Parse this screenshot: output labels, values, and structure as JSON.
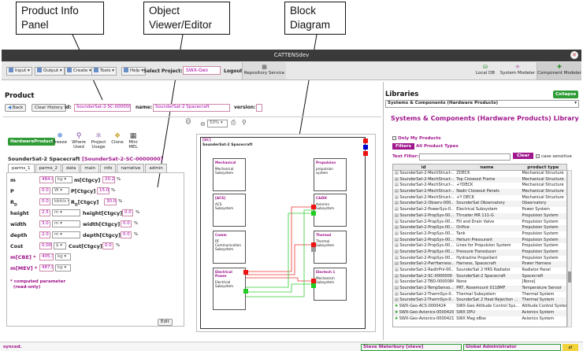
{
  "callouts": {
    "product_info": "Product Info\nPanel",
    "object_viewer": "Object\nViewer/Editor",
    "block_diagram": "Block\nDiagram"
  },
  "window": {
    "title": "CATTENSdev"
  },
  "toolbar": {
    "input": "Input",
    "output": "Output",
    "create": "Create",
    "tools": "Tools",
    "help": "Help",
    "select_project_label": "Select Project:",
    "project_value": "SWX-Geo",
    "logout_label": "Logout:",
    "repository_service": "Repository Service",
    "local_db": "Local DB",
    "system_modeler": "System Modeler",
    "component_modeler": "Component Modeler"
  },
  "product": {
    "section_title": "Product",
    "back": "Back",
    "clear_history": "Clear History",
    "id_label": "id:",
    "id_value": "SounderSat-2-SC-0000000",
    "name_label": "name:",
    "name_value": "SounderSat-2 Spacecraft",
    "version_label": "version:",
    "version_value": ""
  },
  "editor": {
    "hardware_product": "HardwareProduct",
    "freeze": "Freeze",
    "where_used": "Where\nUsed",
    "project_usage": "Project\nUsage",
    "clone": "Clone",
    "mini_mel": "Mini\nMEL",
    "object_title": "SounderSat-2 Spacecraft",
    "object_id": "[SounderSat-2-SC-0000000]",
    "tabs": [
      "parms_1",
      "parms_2",
      "data",
      "main",
      "info",
      "narrative",
      "admin"
    ],
    "params": {
      "m": {
        "label": "m",
        "value": "484.0",
        "unit": "kg",
        "ctgcy_label": "m[Ctgcy]",
        "ctgcy": "20.2",
        "pct": "%"
      },
      "P": {
        "label": "P",
        "value": "0.0",
        "unit": "W",
        "ctgcy_label": "P[Ctgcy]",
        "ctgcy": "15.0",
        "pct": "%"
      },
      "R": {
        "label": "R",
        "sub": "D",
        "value": "0.0",
        "unit": "kbit/s",
        "ctgcy_label": "R",
        "ctgcy_sub": "D",
        "ctgcy_suffix": "[Ctgcy]",
        "ctgcy": "30.0",
        "pct": "%"
      },
      "height": {
        "label": "height",
        "value": "2.5",
        "unit": "m",
        "ctgcy_label": "height[Ctgcy]",
        "ctgcy": "0.0",
        "pct": "%"
      },
      "width": {
        "label": "width",
        "value": "3.0",
        "unit": "m",
        "ctgcy_label": "width[Ctgcy]",
        "ctgcy": "0.0",
        "pct": "%"
      },
      "depth": {
        "label": "depth",
        "value": "2.0",
        "unit": "m",
        "ctgcy_label": "depth[Ctgcy]",
        "ctgcy": "0.0",
        "pct": "%"
      },
      "cost": {
        "label": "Cost",
        "value": "0.00",
        "unit": "$",
        "ctgcy_label": "Cost[Ctgcy]",
        "ctgcy": "0.0",
        "pct": "%"
      },
      "mcbe": {
        "label": "m[CBE] *",
        "value": "405.3",
        "unit": "kg"
      },
      "mmev": {
        "label": "m[MEV] *",
        "value": "487.0",
        "unit": "kg"
      }
    },
    "footnote": "* computed parameter\n  (read-only)",
    "edit": "Edit"
  },
  "viewer": {
    "zoom": "50%"
  },
  "diagram": {
    "root_id": "[SC]",
    "root_name": "SounderSat-2 Spacecraft",
    "blocks": [
      {
        "type": "Mechanical",
        "name": "Mechanical\nSubsystem"
      },
      {
        "type": "Propulsion",
        "name": "propulsion\nsystem"
      },
      {
        "type": "[ACS]",
        "name": "ACS\nSubsystem"
      },
      {
        "type": "C&DH",
        "name": "Avionics\nSubsystem"
      },
      {
        "type": "Comm",
        "name": "RF\nCommunication\nSubsystem"
      },
      {
        "type": "Thermal",
        "name": "Thermal\nSubsystem"
      },
      {
        "type": "Electrical\nPower",
        "name": "Electrical\nSubsystem"
      },
      {
        "type": "Electech 1",
        "name": "Mechanism\nSubsystem"
      }
    ]
  },
  "libraries": {
    "section_title": "Libraries",
    "collapse": "Collapse",
    "select_value": "Systems & Components (Hardware Products)",
    "panel_title": "Systems & Components (Hardware Products) Library",
    "only_my_products": "Only My Products",
    "filters": "Filters",
    "all_product_types": "All Product Types",
    "text_filter_label": "Text Filter:",
    "clear": "Clear",
    "case_sensitive": "case sensitive",
    "columns": [
      "id",
      "name",
      "product type"
    ],
    "rows": [
      [
        "SounderSat-2-MechStruct-...",
        "ZDECK",
        "Mechanical Structure"
      ],
      [
        "SounderSat-2-MechStruct-...",
        "Top Closeout Frame",
        "Mechanical Structure"
      ],
      [
        "SounderSat-2-MechStruct-...",
        "+YDECK",
        "Mechanical Structure"
      ],
      [
        "SounderSat-2-MechStruct-...",
        "Nadir Closeout Panels",
        "Mechanical Structure"
      ],
      [
        "SounderSat-2-MechStruct-...",
        "+Y DECK",
        "Mechanical Structure"
      ],
      [
        "SounderSat-2-Observ-000...",
        "SounderSat Observatory",
        "Observatory"
      ],
      [
        "SounderSat-2-PowerSys-0...",
        "Electrical Subsystem",
        "Power System"
      ],
      [
        "SounderSat-2-PropSys-00...",
        "Thruster MR 111-G",
        "Propulsion System"
      ],
      [
        "SounderSat-2-PropSys-00...",
        "Fill and Drain Valve",
        "Propulsion System"
      ],
      [
        "SounderSat-2-PropSys-00...",
        "Orifice",
        "Propulsion System"
      ],
      [
        "SounderSat-2-PropSys-00...",
        "Tank",
        "Propulsion System"
      ],
      [
        "SounderSat-2-PropSys-00...",
        "Helium Pressurant",
        "Propulsion System"
      ],
      [
        "SounderSat-2-PropSys-00...",
        "Lines for Propulsion System",
        "Propulsion System"
      ],
      [
        "SounderSat-2-PropSys-00...",
        "Pressure Transducer",
        "Propulsion System"
      ],
      [
        "SounderSat-2-PropSys-00...",
        "Hydrazine Propellant",
        "Propulsion System"
      ],
      [
        "SounderSat-2-PwrHarness...",
        "Harness, Spacecraft",
        "Power Harness"
      ],
      [
        "SounderSat-2-RadtrPnl-00...",
        "SounderSat 2 HRS Radiator",
        "Radiator Panel"
      ],
      [
        "SounderSat-2-SC-0000000",
        "SounderSat-2 Spacecraft",
        "Spacecraft"
      ],
      [
        "SounderSat-2-TBD-0000084",
        "None",
        "[None]"
      ],
      [
        "SounderSat-2-TempSenso...",
        "PRT, Rosemount 0118MF",
        "Temperature Sensor"
      ],
      [
        "SounderSat-2-ThermSys-0...",
        "Thermal Subsystem",
        "Thermal System"
      ],
      [
        "SounderSat-2-ThermSys-0...",
        "SounderSat 2 Heat Rejection ...",
        "Thermal System"
      ],
      [
        "SWX-Geo-ACS-0000424",
        "SWX-Geo Attitude Control Sys...",
        "Attitude Control System"
      ],
      [
        "SWX-Geo-Avionics-0000420",
        "SWX DPU",
        "Avionics System"
      ],
      [
        "SWX-Geo-Avionics-0000421",
        "SWX Mag eBox",
        "Avionics System"
      ]
    ]
  },
  "status": {
    "left": "synced.",
    "user": "Steve Waterbury [steve]",
    "role": "Global Administrator"
  }
}
